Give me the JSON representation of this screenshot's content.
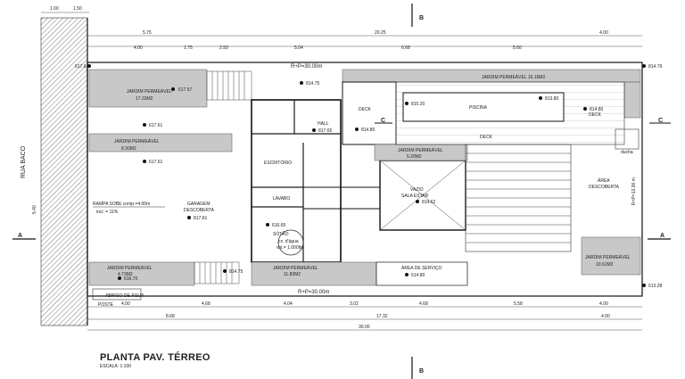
{
  "title": "PLANTA PAV. TÉRREO",
  "scale": "ESCALA: 1:100",
  "street": "RUA BACO",
  "section_marks": {
    "a": "A",
    "b": "B",
    "c": "C"
  },
  "dims_top": [
    "1.00",
    "1.50",
    "5.75",
    "20.25",
    "4.00",
    "4.00",
    "1.75",
    "2.93",
    "5.04",
    "6.68",
    "5.60"
  ],
  "dims_bottom": [
    "4.00",
    "4.68",
    "4.04",
    "3.02",
    "4.68",
    "5.58",
    "4.00",
    "8.68",
    "17.32",
    "4.00",
    "30.00"
  ],
  "dims_left": [
    "5.40"
  ],
  "dims_right": [
    "R=P=12.00 m"
  ],
  "rooms": {
    "jardim_top_left": "JARDIM PERMEÁVEL",
    "jardim_top_left_area": "17.33M2",
    "jardim_top_right": "JARDIM PERMEÁVEL 16.16M2",
    "jardim_mid_left": "JARDIM PERMEÁVEL",
    "jardim_mid_left_area": "8.30M2",
    "jardim_center": "JARDIM PERMEÁVEL",
    "jardim_center_area": "5.20M2",
    "jardim_bottom_left": "JARDIM PERMEÁVEL",
    "jardim_bottom_left_area": "4.73M2",
    "jardim_bottom_center": "JARDIM PERMEÁVEL",
    "jardim_bottom_center_area": "11.82M2",
    "garagem": "GARAGEM",
    "garagem_sub": "DESCOBERTA",
    "rampa": "RAMPA SOBE comp.=4.00m",
    "rampa_incl": "incl. = 11%",
    "escritorio": "ESCRITÓRIO",
    "hall": "HALL",
    "lavabo": "LAVABO",
    "sotao": "SÓTÃO",
    "caixa": "cx. d'água",
    "caixa_vol": "vol.= 1.000lts",
    "vazio": "VAZIO",
    "sala_estar": "SALA ESTAR",
    "area_servico": "ÁREA DE SERVIÇO",
    "deck_left": "DECK",
    "deck_right": "DECK",
    "deck_bottom": "DECK",
    "piscina": "PISCINA",
    "ducha": "ducha",
    "area_descoberta": "ÁREA",
    "area_descoberta_sub": "DESCOBERTA",
    "jardim_right_low": "JARDIM PERMEÁVEL",
    "jardim_right_low_area": "10.61M2",
    "abrigo": "ABRIGO DE ÁGUA",
    "poste": "POSTE"
  },
  "levels": {
    "l1": "814.79",
    "l2": "617.57",
    "l3": "814.75",
    "l4": "817.65",
    "l5": "814.80",
    "l6": "815.20",
    "l7": "813.80",
    "l8": "814.80",
    "l9": "617.61",
    "l10": "617.61",
    "l11": "817.61",
    "l12": "616.65",
    "l13": "814.62",
    "l14": "814.75",
    "l15": "616.70",
    "l16": "614.80",
    "l17": "613.28",
    "l18": "617.61"
  },
  "setbacks": {
    "top": "R+P=30.00m",
    "bottom": "R+P=30.00m"
  }
}
